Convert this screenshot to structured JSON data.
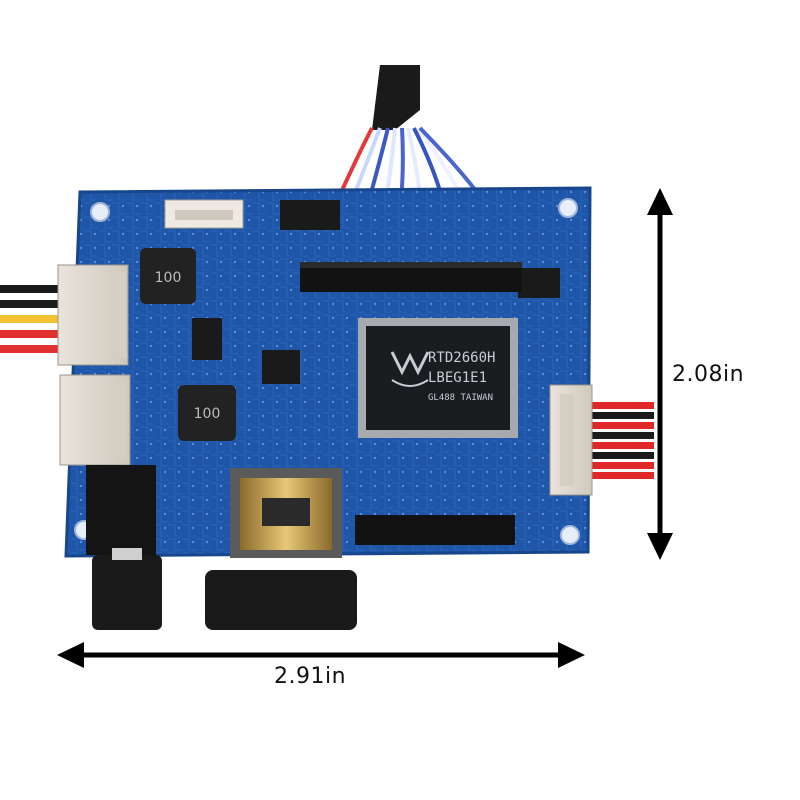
{
  "chip": {
    "line1": "RTD2660H",
    "line2": "LBEG1E1",
    "line3": "GL488 TAIWAN"
  },
  "inductors": {
    "top_label": "100",
    "bottom_label": "100"
  },
  "dimensions": {
    "height": "2.08in",
    "width": "2.91in"
  },
  "colors": {
    "pcb": "#1f56a8",
    "pcb_dark": "#17468c",
    "chip": "#1b1c20",
    "arrow": "#000000"
  }
}
